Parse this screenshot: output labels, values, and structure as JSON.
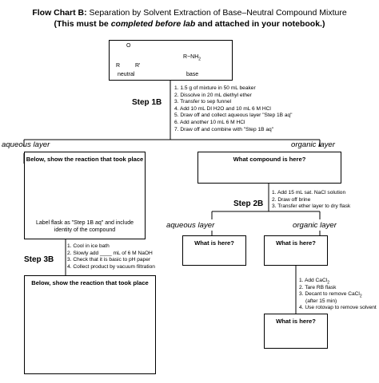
{
  "header": {
    "title_bold": "Flow Chart B:",
    "title_rest": " Separation by Solvent Extraction of Base–Neutral Compound Mixture",
    "sub_part1": "(This must be ",
    "sub_emph": "completed before lab",
    "sub_part2": " and attached in your notebook.)"
  },
  "mixture": {
    "ketone_O": "O",
    "ketone_R": "R",
    "ketone_R2": "R'",
    "amine_formula": "R−NH",
    "amine_sub": "2",
    "neutral_label": "neutral",
    "base_label": "base"
  },
  "step1b": {
    "label": "Step 1B",
    "items": [
      "1. 1.5 g of mixture in 50 mL beaker",
      "2. Dissolve in 20 mL diethyl ether",
      "3. Transfer to sep funnel",
      "4. Add 10 mL DI H2O and 10 mL 6 M HCl",
      "5. Draw off and collect aqueous layer \"Step 1B aq\"",
      "6. Add another 10 mL 6 M HCl",
      "7. Draw off and combine with \"Step 1B aq\""
    ]
  },
  "layers_1": {
    "aqueous": "aqueous layer",
    "organic": "organic layer"
  },
  "box_reaction_1": {
    "header": "Below, show the reaction that took place",
    "footer_line1": "Label flask as \"Step 1B aq\" and include",
    "footer_line2": "identity of the compound"
  },
  "box_compound": {
    "header": "What compound is here?"
  },
  "step2b": {
    "label": "Step 2B",
    "items": [
      "1. Add 15 mL sat. NaCl solution",
      "2. Draw off brine",
      "3. Transfer ether layer to dry flask"
    ]
  },
  "layers_2": {
    "aqueous": "aqueous layer",
    "organic": "organic layer"
  },
  "box_what_aq": {
    "header": "What is here?"
  },
  "box_what_org": {
    "header": "What is here?"
  },
  "step3b": {
    "label": "Step 3B",
    "items": [
      "1.  Cool in ice bath",
      "2.  Slowly add ____ mL of 6 M NaOH",
      "3.  Check that it is basic to pH paper",
      "4.  Collect product by vacuum filtration"
    ]
  },
  "box_reaction_2": {
    "header": "Below, show the reaction that took place"
  },
  "drying": {
    "item1_text": "1. Add CaCl",
    "item1_sub": "2",
    "item2": "2. Tare RB flask",
    "item3_text": "3. Decant to remove CaCl",
    "item3_sub": "2",
    "item3_cont": "(after 15 min)",
    "item4": "4. Use rotovap to remove solvent"
  },
  "box_what_final": {
    "header": "What is here?"
  }
}
